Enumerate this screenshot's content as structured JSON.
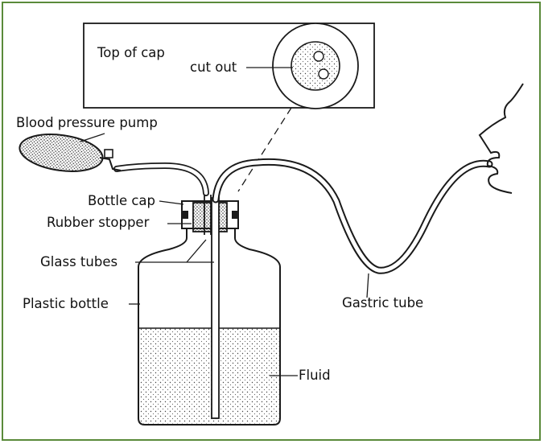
{
  "labels": {
    "top_of_cap": "Top of cap",
    "cut_out": "cut out",
    "blood_pressure_pump": "Blood pressure pump",
    "bottle_cap": "Bottle cap",
    "rubber_stopper": "Rubber stopper",
    "glass_tubes": "Glass tubes",
    "plastic_bottle": "Plastic bottle",
    "gastric_tube": "Gastric tube",
    "fluid": "Fluid"
  },
  "colors": {
    "border": "#5a8a3a",
    "line": "#1a1a1a"
  }
}
